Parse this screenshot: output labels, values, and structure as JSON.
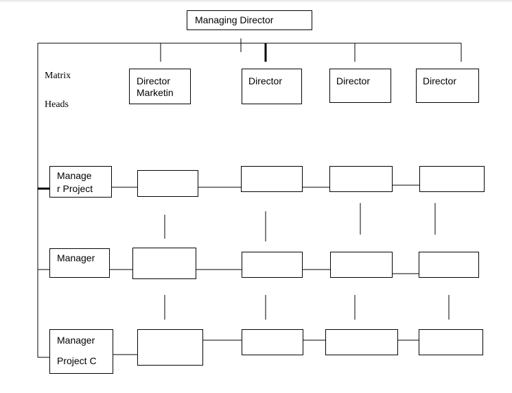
{
  "managing_director": "Managing Director",
  "side_labels": {
    "matrix": "Matrix",
    "heads": "Heads"
  },
  "directors": [
    "Director",
    "Marketin",
    "Director",
    "Director",
    "Director"
  ],
  "managers": {
    "project_1": [
      "Manage",
      "r Project"
    ],
    "manager_2": "Manager",
    "project_c": [
      "Manager",
      "Project C"
    ]
  }
}
